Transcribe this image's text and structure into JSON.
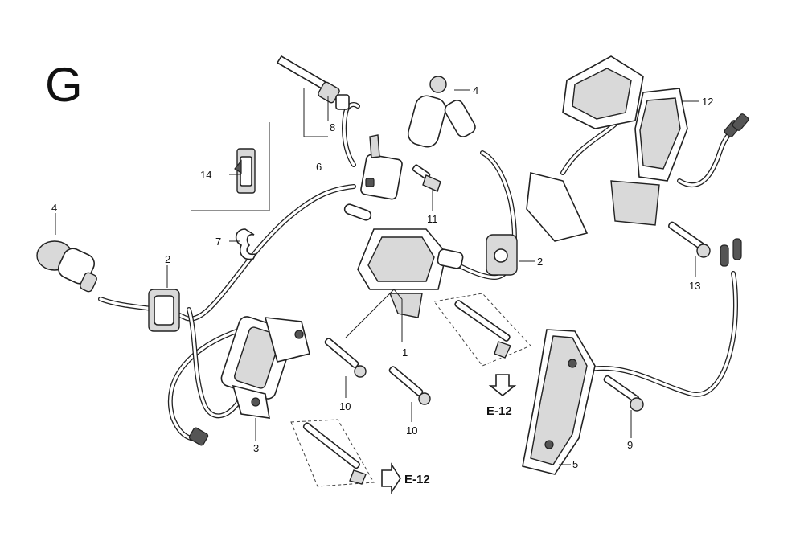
{
  "section_letter": "G",
  "callouts": {
    "c1": "1",
    "c2a": "2",
    "c2b": "2",
    "c3": "3",
    "c4a": "4",
    "c4b": "4",
    "c5": "5",
    "c6": "6",
    "c7": "7",
    "c8": "8",
    "c9": "9",
    "c10a": "10",
    "c10b": "10",
    "c11": "11",
    "c12": "12",
    "c13": "13",
    "c14": "14"
  },
  "references": {
    "ref_bottom": "E-12",
    "ref_right": "E-12"
  }
}
